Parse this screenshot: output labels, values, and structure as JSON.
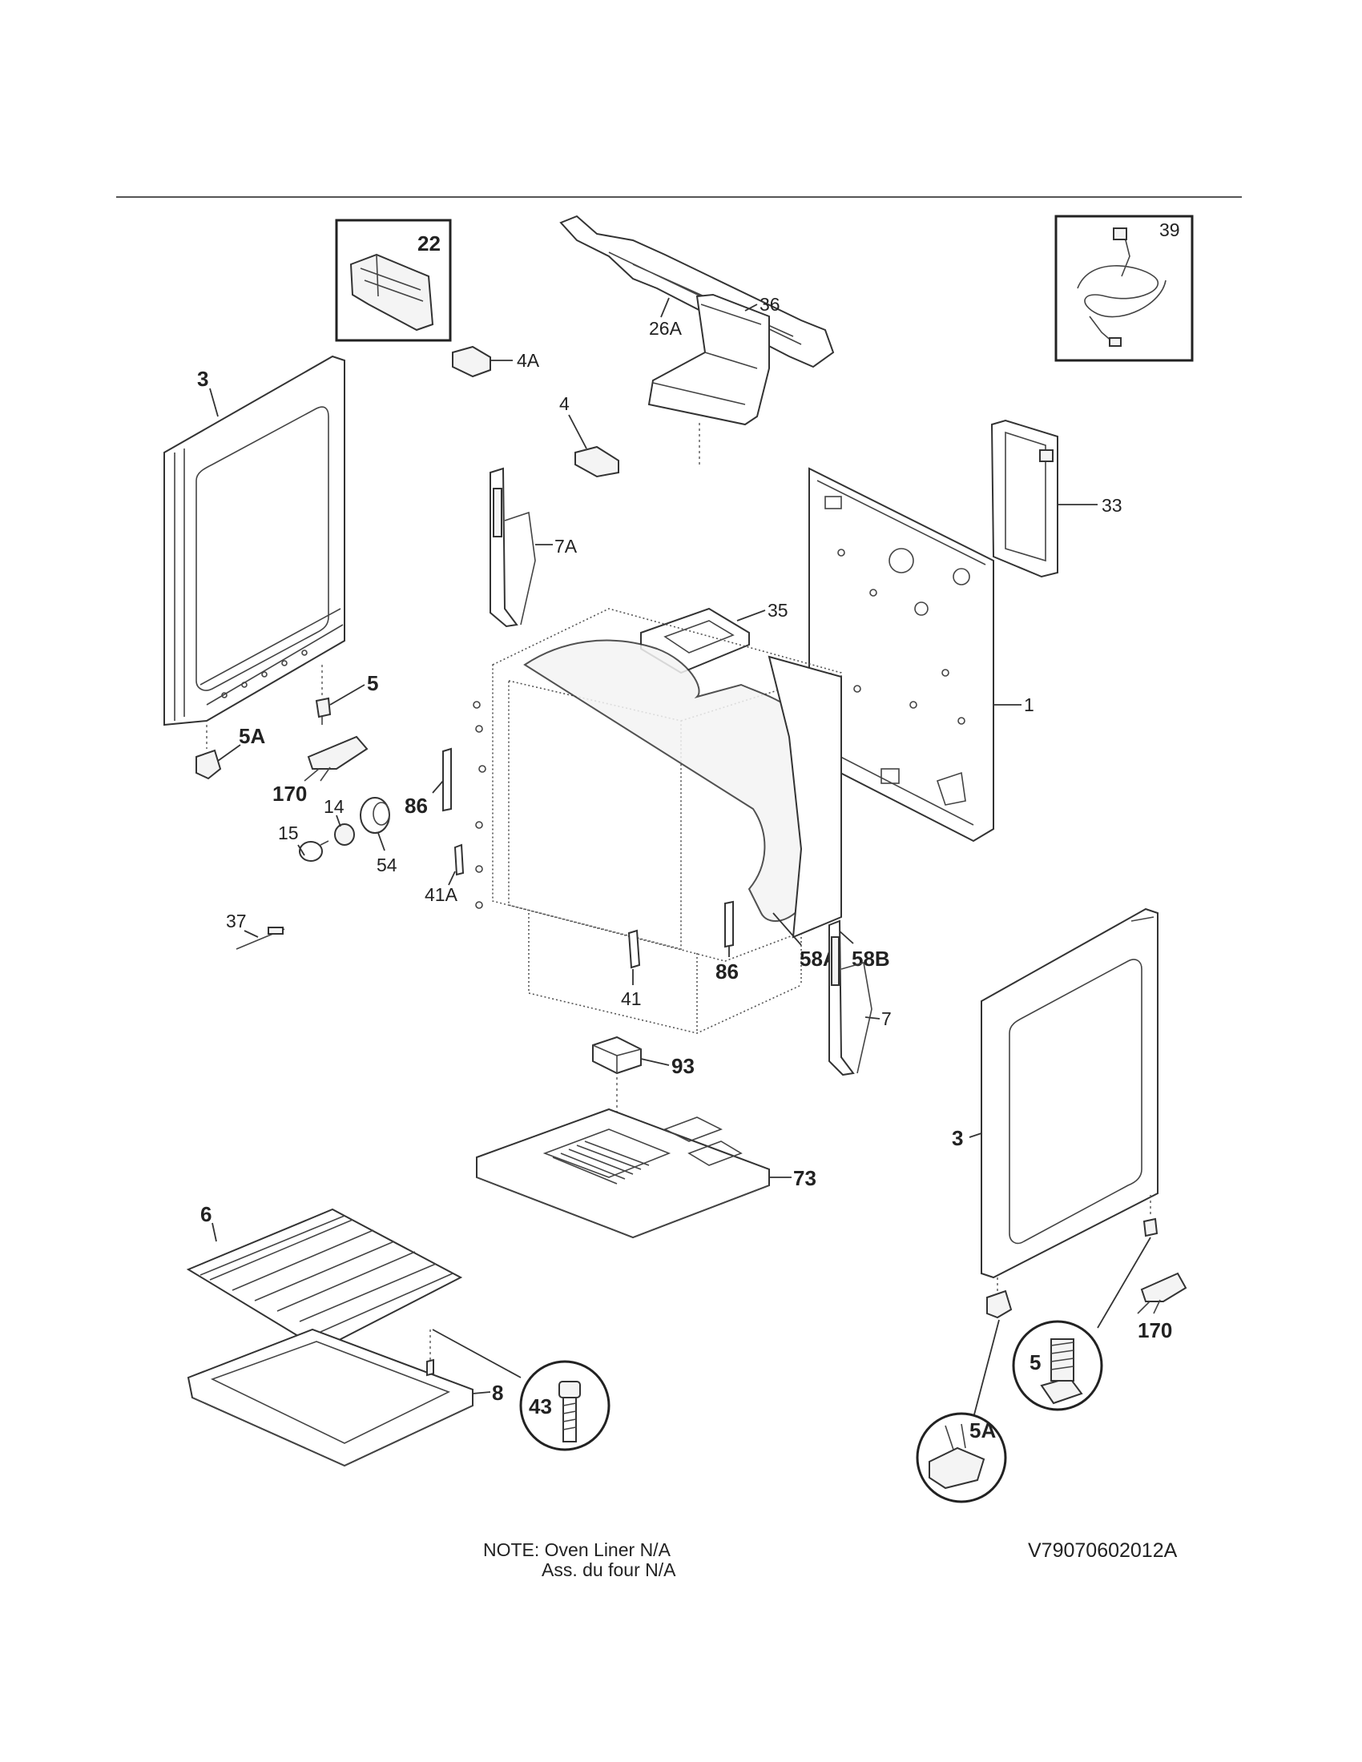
{
  "callouts": {
    "c22": "22",
    "c26A": "26A",
    "c39": "39",
    "c4A": "4A",
    "c3_left": "3",
    "c36": "36",
    "c4": "4",
    "c33": "33",
    "c7A": "7A",
    "c35": "35",
    "c1": "1",
    "c5_top": "5",
    "c5A_left": "5A",
    "c170_left": "170",
    "c86_upper": "86",
    "c14": "14",
    "c15": "15",
    "c54": "54",
    "c41A": "41A",
    "c58A": "58A",
    "c58B": "58B",
    "c37": "37",
    "c86_lower": "86",
    "c41": "41",
    "c7": "7",
    "c93": "93",
    "c3_right": "3",
    "c73": "73",
    "c6": "6",
    "c170_right": "170",
    "c8": "8",
    "c43": "43",
    "c5_detail": "5",
    "c5A_detail": "5A"
  },
  "note": {
    "line1": "NOTE: Oven Liner N/A",
    "line2": "Ass. du four N/A"
  },
  "drawing_code": "V79070602012A"
}
